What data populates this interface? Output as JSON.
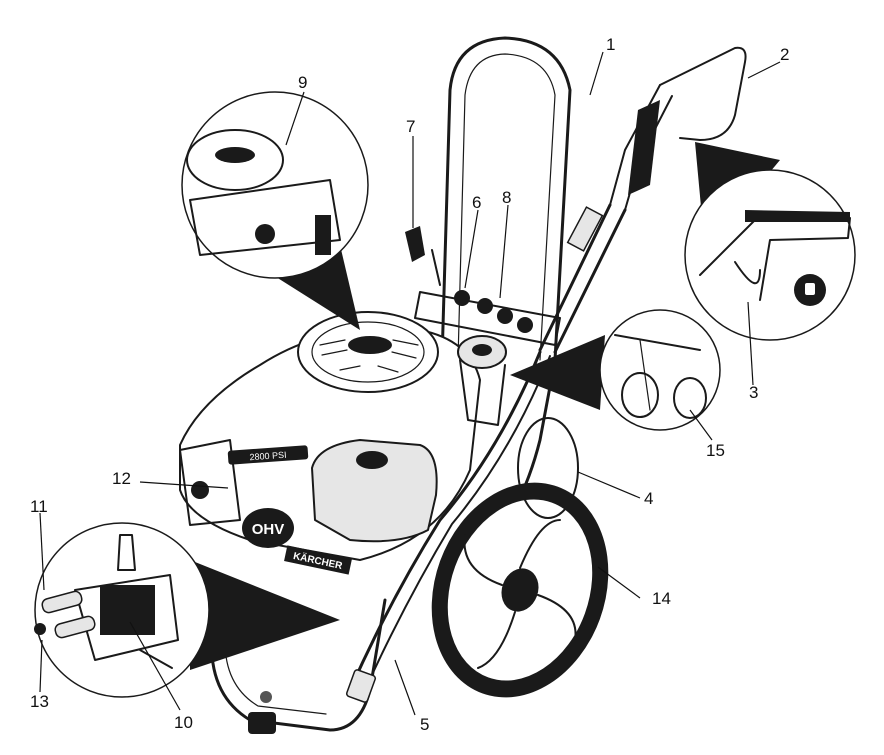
{
  "callouts": {
    "c1": "1",
    "c2": "2",
    "c3": "3",
    "c4": "4",
    "c5": "5",
    "c6": "6",
    "c7": "7",
    "c8": "8",
    "c9": "9",
    "c10": "10",
    "c11": "11",
    "c12": "12",
    "c13": "13",
    "c14": "14",
    "c15": "15"
  },
  "engine": {
    "badge": "OHV",
    "brand": "KÄRCHER",
    "spec": "2800 PSI"
  }
}
